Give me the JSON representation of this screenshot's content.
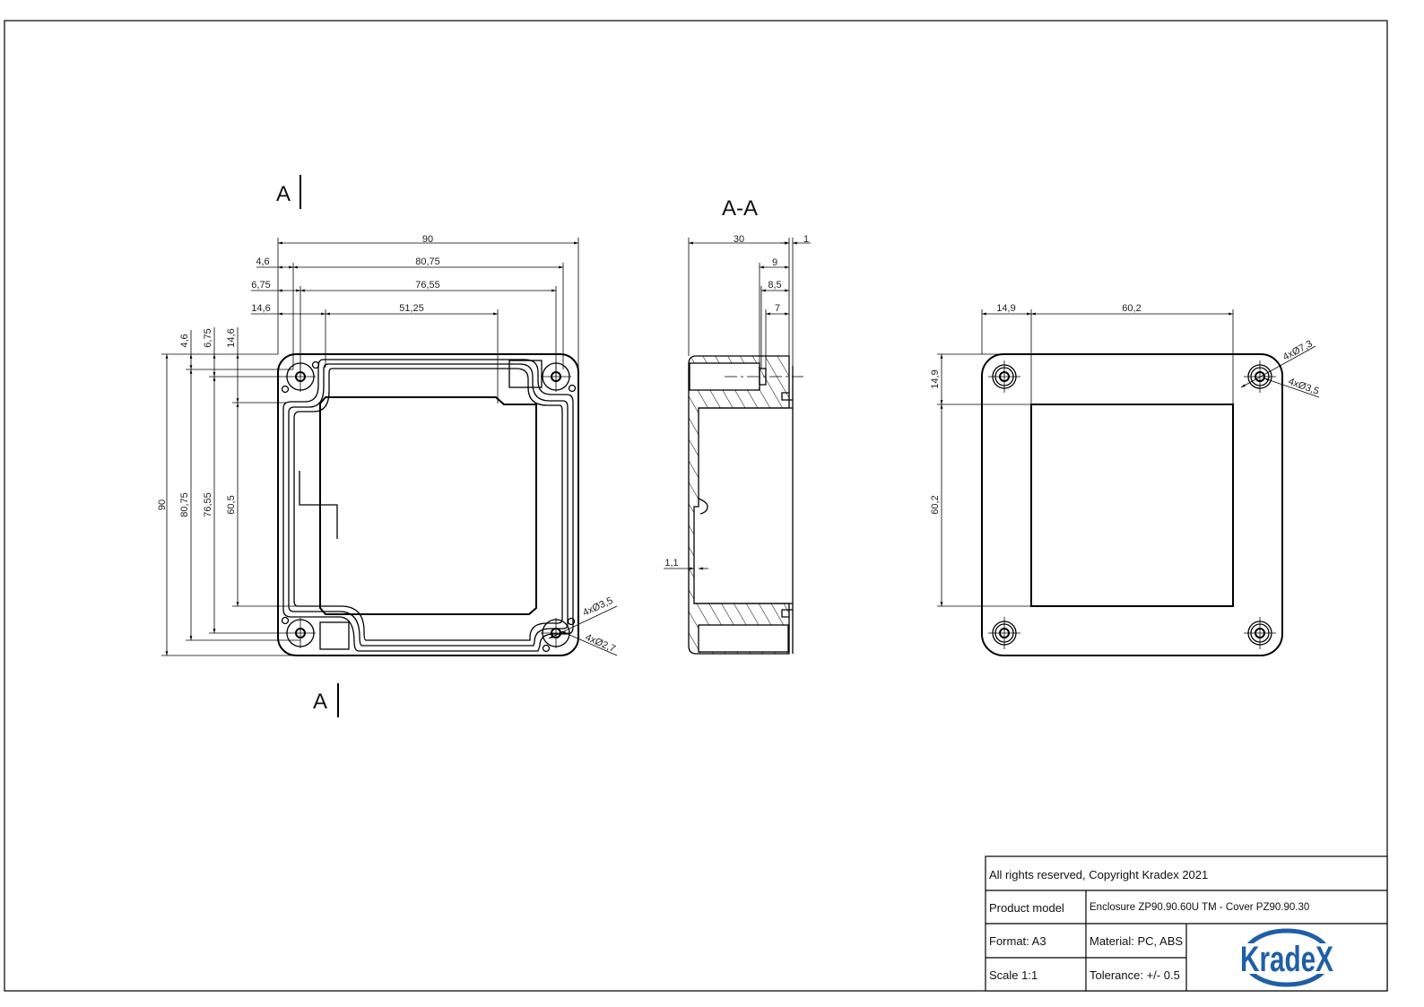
{
  "section_labels": {
    "top": "A",
    "bottom": "A",
    "section_title": "A-A"
  },
  "front_view": {
    "overall_width": "90",
    "overall_height": "90",
    "dim_4_6": "4,6",
    "dim_80_75": "80,75",
    "dim_6_75": "6,75",
    "dim_76_55": "76,55",
    "dim_14_6": "14,6",
    "dim_51_25": "51,25",
    "dim_v_4_6": "4,6",
    "dim_v_80_75": "80,75",
    "dim_v_6_75": "6,75",
    "dim_v_76_55": "76,55",
    "dim_v_14_6": "14,6",
    "dim_v_60_5": "60,5",
    "hole_callout_1": "4xØ3,5",
    "hole_callout_2": "4xØ2,7"
  },
  "section_view": {
    "depth": "30",
    "lip": "1",
    "dim_9": "9",
    "dim_8_5": "8,5",
    "dim_7": "7",
    "wall": "1,1"
  },
  "cover_view": {
    "dim_h_14_9": "14,9",
    "dim_h_60_2": "60,2",
    "dim_v_14_9": "14,9",
    "dim_v_60_2": "60,2",
    "hole_callout_1": "4xØ7,3",
    "hole_callout_2": "4xØ3,5"
  },
  "title_block": {
    "copyright": "All rights reserved, Copyright Kradex 2021",
    "product_model_label": "Product model",
    "product_model_value": "Enclosure ZP90.90.60U TM - Cover PZ90.90.30",
    "format": "Format: A3",
    "material": "Material: PC, ABS",
    "scale": "Scale 1:1",
    "tolerance": "Tolerance: +/- 0.5",
    "logo_text": "KradeX",
    "logo_color": "#1f5ea8"
  }
}
